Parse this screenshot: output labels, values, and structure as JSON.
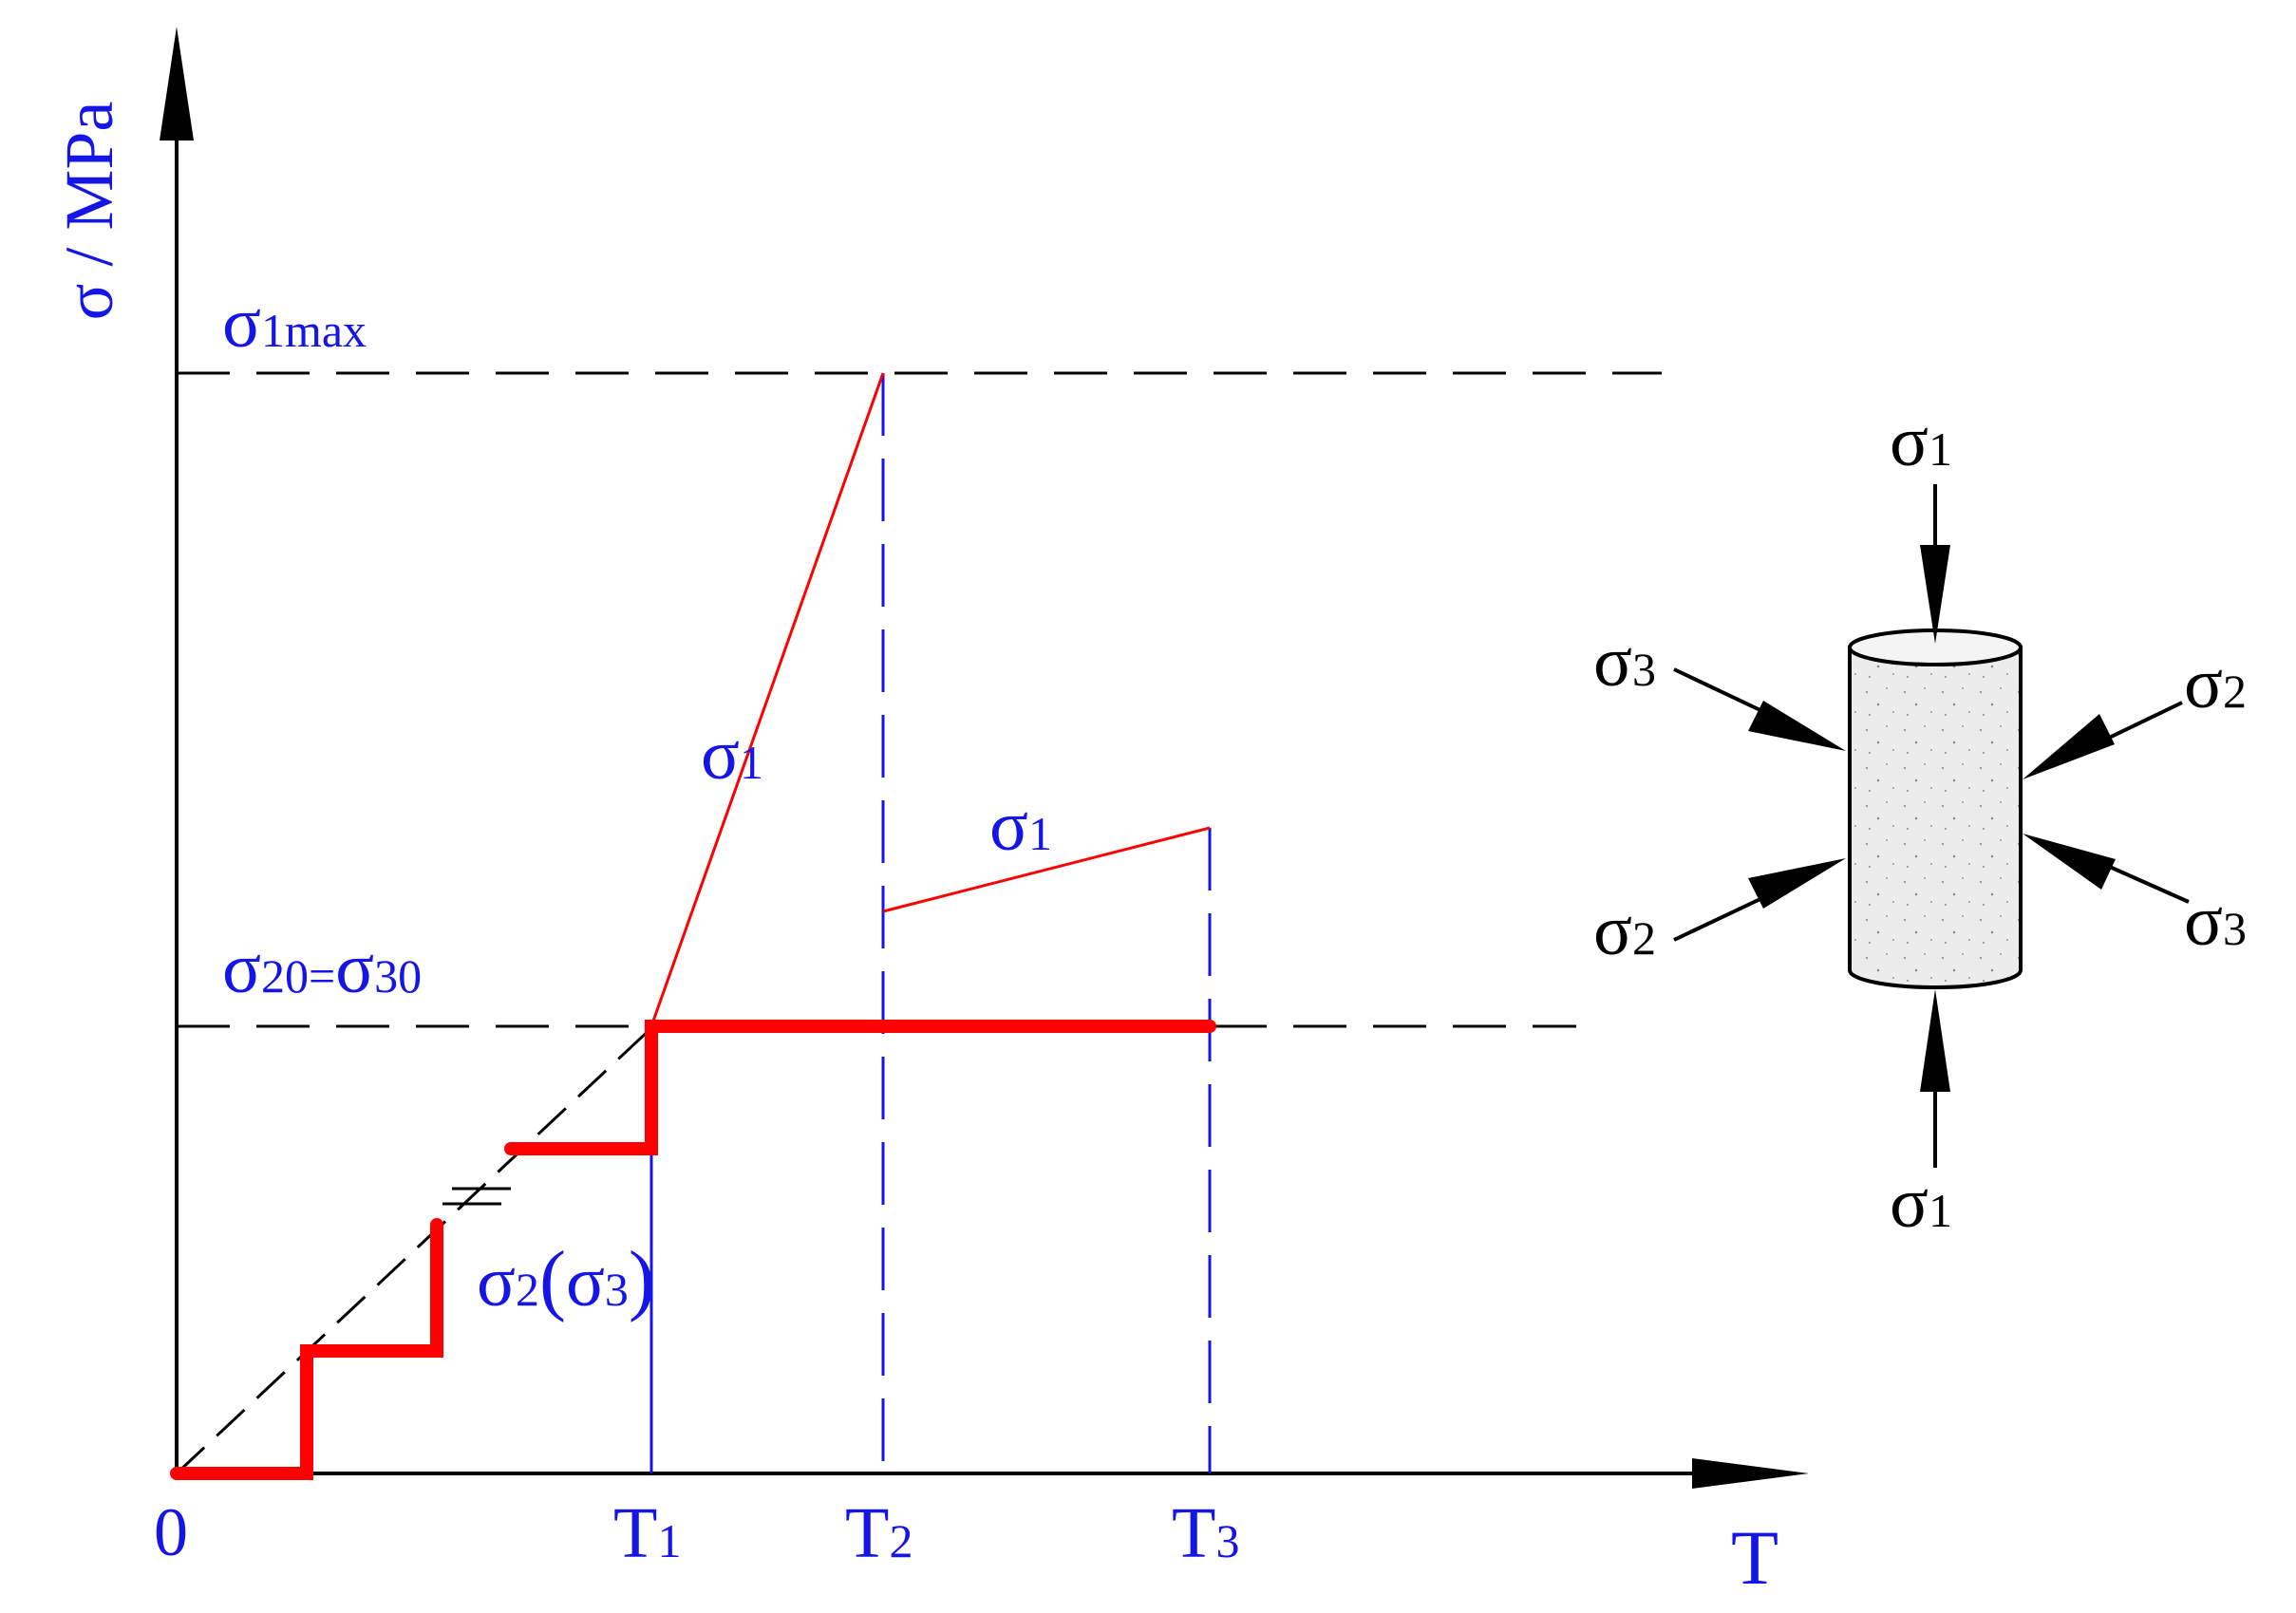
{
  "colors": {
    "axis": "#000000",
    "label_blue": "#1515e6",
    "stress_red": "#ff0000",
    "time_marker_blue": "#1515e6",
    "specimen_fill": "#ececec"
  },
  "axes": {
    "y_label": "σ / MPa",
    "x_label": "T",
    "origin_label": "0"
  },
  "levels": {
    "sigma1_max": {
      "base": "σ",
      "sub": "1max"
    },
    "confining": {
      "base1": "σ",
      "sub1": "20",
      "eq": "=",
      "base2": "σ",
      "sub2": "30"
    }
  },
  "time_marks": [
    {
      "base": "T",
      "sub": "1"
    },
    {
      "base": "T",
      "sub": "2"
    },
    {
      "base": "T",
      "sub": "3"
    }
  ],
  "curve_labels": {
    "sigma1_loading": {
      "base": "σ",
      "sub": "1"
    },
    "sigma1_creep": {
      "base": "σ",
      "sub": "1"
    },
    "sigma2_sigma3": {
      "base1": "σ",
      "sub1": "2",
      "mid": "(",
      "base2": "σ",
      "sub2": "3",
      "end": ")"
    }
  },
  "specimen_labels": {
    "top": {
      "base": "σ",
      "sub": "1"
    },
    "bottom": {
      "base": "σ",
      "sub": "1"
    },
    "upper_left": {
      "base": "σ",
      "sub": "3"
    },
    "upper_right": {
      "base": "σ",
      "sub": "2"
    },
    "lower_left": {
      "base": "σ",
      "sub": "2"
    },
    "lower_right": {
      "base": "σ",
      "sub": "3"
    }
  }
}
